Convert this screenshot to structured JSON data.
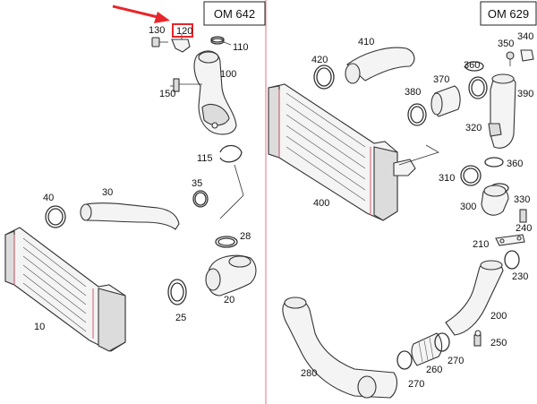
{
  "panels": [
    {
      "id": "left",
      "title": "OM 642"
    },
    {
      "id": "right",
      "title": "OM 629"
    }
  ],
  "highlighted_label": "120",
  "colors": {
    "arrow": "#e8262a",
    "highlight_box": "#e8262a",
    "divider": "#e58a9a",
    "linework": "#333333"
  },
  "labels": {
    "l130": "130",
    "l120": "120",
    "l110": "110",
    "l100": "100",
    "l150": "150",
    "l115": "115",
    "l40": "40",
    "l30": "30",
    "l35": "35",
    "l28": "28",
    "l10": "10",
    "l25": "25",
    "l20": "20",
    "r410": "410",
    "r420": "420",
    "r350": "350",
    "r340": "340",
    "r360": "360",
    "r380": "380",
    "r370": "370",
    "r390": "390",
    "r320": "320",
    "r360b": "360",
    "r310": "310",
    "r330": "330",
    "r400": "400",
    "r300": "300",
    "r240": "240",
    "r210": "210",
    "r230": "230",
    "r200": "200",
    "r250": "250",
    "r280": "280",
    "r260": "260",
    "r270a": "270",
    "r270b": "270"
  }
}
